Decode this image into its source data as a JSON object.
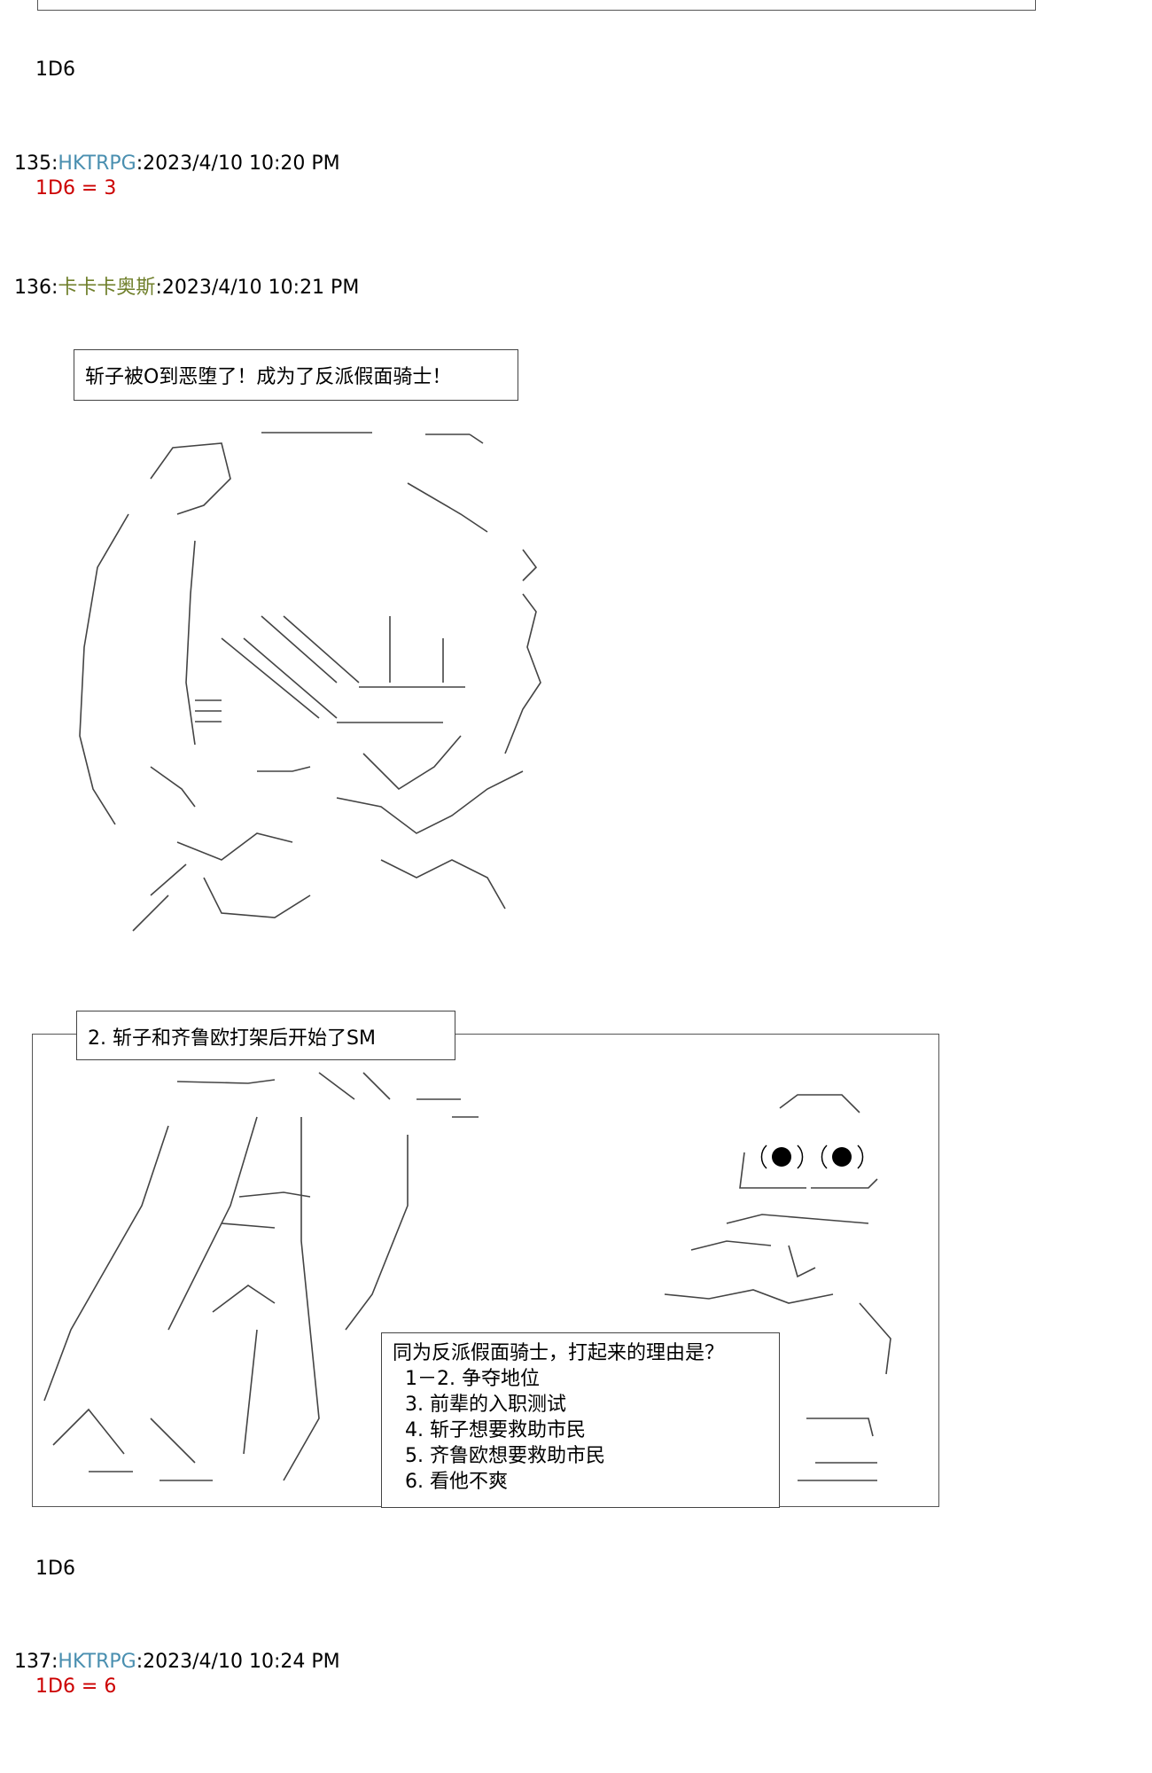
{
  "top_dice": "1D6",
  "post135": {
    "num": "135",
    "user": "HKTRPG",
    "time": "2023/4/10 10:20 PM",
    "result": "1D6 = 3"
  },
  "post136": {
    "num": "136",
    "user": "卡卡卡奥斯",
    "time": "2023/4/10 10:21 PM",
    "caption1": "斩子被O到恶堕了！成为了反派假面骑士！",
    "caption2": "2. 斩子和齐鲁欧打架后开始了SM",
    "question": {
      "title": "同为反派假面骑士，打起来的理由是？",
      "options": [
        "1－2. 争夺地位",
        "3. 前辈的入职测试",
        "4. 斩子想要救助市民",
        "5. 齐鲁欧想要救助市民",
        "6. 看他不爽"
      ]
    },
    "dice": "1D6"
  },
  "post137": {
    "num": "137",
    "user": "HKTRPG",
    "time": "2023/4/10 10:24 PM",
    "result": "1D6 = 6"
  }
}
